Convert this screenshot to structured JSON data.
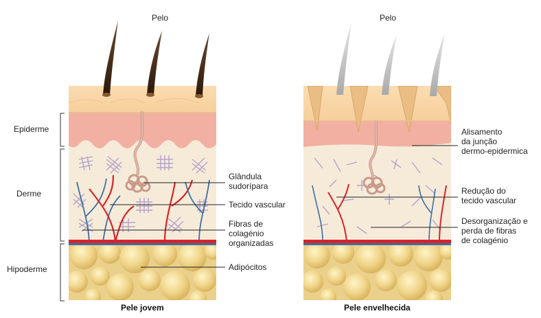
{
  "labels": {
    "hair_left": "Pelo",
    "hair_right": "Pelo",
    "epidermis": "Epiderme",
    "dermis": "Derme",
    "hypodermis": "Hipoderme",
    "sweat_gland": [
      "Glândula",
      "sudorípara"
    ],
    "vascular_tissue": "Tecido vascular",
    "collagen_organized": [
      "Fibras de",
      "colagénio",
      "organizadas"
    ],
    "adipocytes": "Adipócitos",
    "flattening": [
      "Alisamento",
      "da junção",
      "dermo-epidermica"
    ],
    "vascular_reduction": [
      "Redução do",
      "tecido vascular"
    ],
    "collagen_loss": [
      "Desorganização e",
      "perda de fibras",
      "de colagénio"
    ]
  },
  "titles": {
    "young": "Pele jovem",
    "aged": "Pele envelhecida"
  },
  "colors": {
    "surface": "#f9d7a6",
    "epidermis": "#f2b0a2",
    "dermis": "#f6ebd9",
    "fat": "#edcf7a",
    "artery": "#d8232a",
    "vein": "#3b6ea5",
    "collagen": "#b7a8cf",
    "hair_young": "#3a2414",
    "hair_old": "#bdbdbd"
  }
}
